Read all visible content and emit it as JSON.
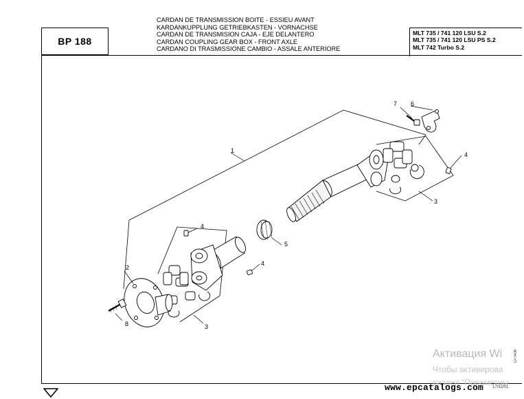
{
  "header": {
    "page_code": "BP 188",
    "titles": [
      "CARDAN DE TRANSMISSION BOITE - ESSIEU AVANT",
      "KARDANKUPPLUNG GETRIEBKASTEN - VORNACHSE",
      "CARDAN DE TRANSMISION CAJA - EJE DELANTERO",
      "CARDAN COUPLING GEAR BOX - FRONT AXLE",
      "CARDANO DI TRASMISSIONE CAMBIO - ASSALE ANTERIORE"
    ],
    "models": [
      "MLT 735 / 741 120 LSU S.2",
      "MLT 735 / 741 120 LSU PS S.2",
      "MLT 742 Turbo S.2"
    ]
  },
  "callouts": {
    "c1": "1",
    "c2": "2",
    "c3a": "3",
    "c3b": "3",
    "c4a": "4",
    "c4b": "4",
    "c4c": "4",
    "c5": "5",
    "c6": "6",
    "c7": "7",
    "c8": "8"
  },
  "footer": {
    "watermark_title": "Активация Wi",
    "watermark_sub": "Чтобы активирова",
    "watermark_sub2": "раздел \"Параметры",
    "site": "www.epcatalogs.com",
    "date": "17/12/01",
    "side_code": "LP A06"
  },
  "colors": {
    "ink": "#000000",
    "watermark": "#b8b8b8"
  },
  "icons": {
    "nav": "down-arrow-outline-icon"
  }
}
